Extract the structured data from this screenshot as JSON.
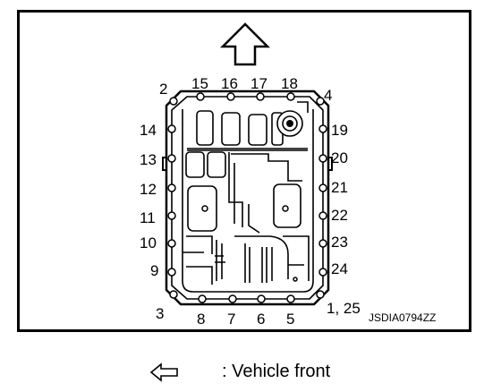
{
  "diagram": {
    "direction_arrow_icon": "up-arrow-outline-icon",
    "bolt_labels": [
      {
        "id": "2",
        "text": "2"
      },
      {
        "id": "15",
        "text": "15"
      },
      {
        "id": "16",
        "text": "16"
      },
      {
        "id": "17",
        "text": "17"
      },
      {
        "id": "18",
        "text": "18"
      },
      {
        "id": "4",
        "text": "4"
      },
      {
        "id": "14",
        "text": "14"
      },
      {
        "id": "19",
        "text": "19"
      },
      {
        "id": "13",
        "text": "13"
      },
      {
        "id": "20",
        "text": "20"
      },
      {
        "id": "12",
        "text": "12"
      },
      {
        "id": "21",
        "text": "21"
      },
      {
        "id": "11",
        "text": "11"
      },
      {
        "id": "22",
        "text": "22"
      },
      {
        "id": "10",
        "text": "10"
      },
      {
        "id": "23",
        "text": "23"
      },
      {
        "id": "9",
        "text": "9"
      },
      {
        "id": "24",
        "text": "24"
      },
      {
        "id": "3",
        "text": "3"
      },
      {
        "id": "8",
        "text": "8"
      },
      {
        "id": "7",
        "text": "7"
      },
      {
        "id": "6",
        "text": "6"
      },
      {
        "id": "5",
        "text": "5"
      },
      {
        "id": "1-25",
        "text": "1, 25"
      }
    ],
    "figure_code": "JSDIA0794ZZ"
  },
  "legend": {
    "arrow_icon": "left-arrow-outline-icon",
    "text": ": Vehicle front"
  }
}
